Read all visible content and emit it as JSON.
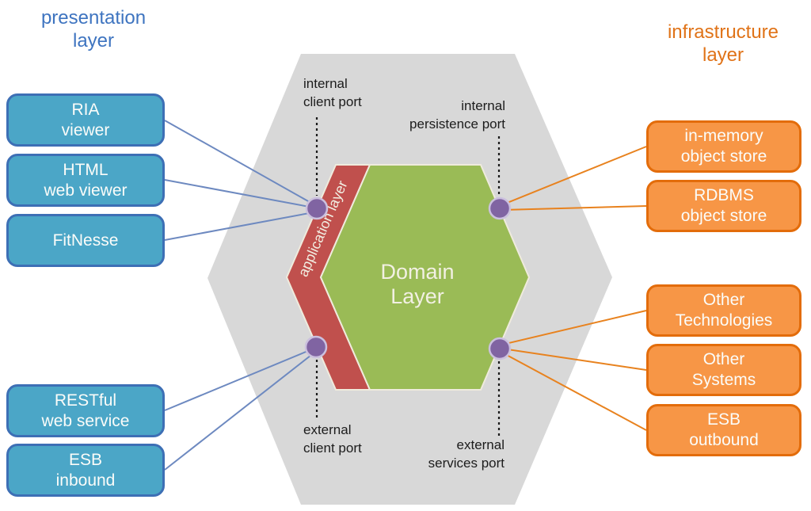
{
  "presentation": {
    "title": "presentation\nlayer",
    "boxes": [
      {
        "label": "RIA\nviewer"
      },
      {
        "label": "HTML\nweb viewer"
      },
      {
        "label": "FitNesse"
      },
      {
        "label": "RESTful\nweb service"
      },
      {
        "label": "ESB\ninbound"
      }
    ]
  },
  "infrastructure": {
    "title": "infrastructure\nlayer",
    "boxes": [
      {
        "label": "in-memory\nobject store"
      },
      {
        "label": "RDBMS\nobject store"
      },
      {
        "label": "Other\nTechnologies"
      },
      {
        "label": "Other\nSystems"
      },
      {
        "label": "ESB\noutbound"
      }
    ]
  },
  "hexagon": {
    "application_layer_label": "application layer",
    "domain_line1": "Domain",
    "domain_line2": "Layer"
  },
  "ports": {
    "internal_client": "internal\nclient port",
    "internal_persistence": "internal\npersistence port",
    "external_client": "external\nclient port",
    "external_services": "external\nservices port"
  },
  "colors": {
    "gray_hexagon": "#D8D8D8",
    "green_hexagon": "#9ABB56",
    "red_band": "#C0504D",
    "port_dot": "#8064A2",
    "port_dot_ring": "#CBC0DE",
    "blue_line": "#6D89C0",
    "orange_line": "#E8821E",
    "blue_box_fill": "#4BA6C7",
    "blue_box_border": "#3D6FB5",
    "orange_box_fill": "#F79646",
    "orange_box_border": "#E36C0A",
    "presentation_title_color": "#3E74C0",
    "infrastructure_title_color": "#E07318"
  }
}
